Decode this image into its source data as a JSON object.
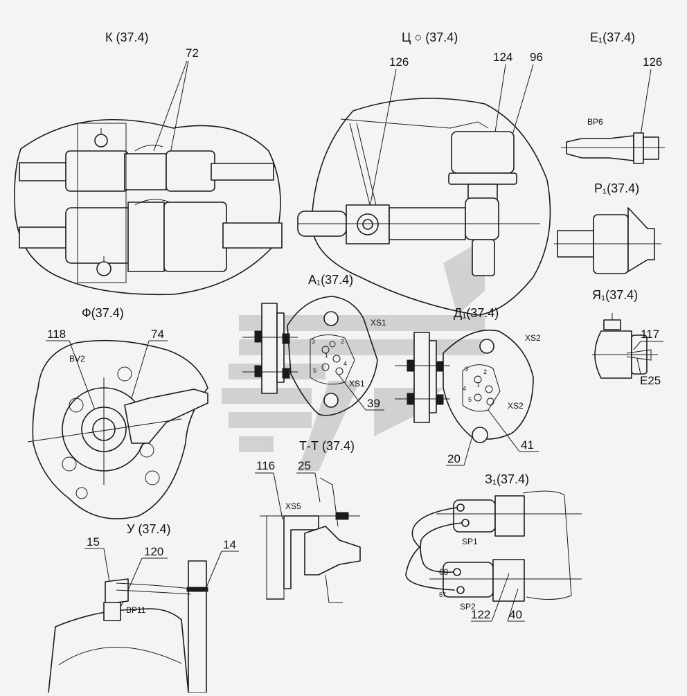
{
  "views": {
    "k": {
      "title": "К (37.4)"
    },
    "ts": {
      "title": "Ц ○ (37.4)"
    },
    "e1": {
      "title": "Е₁(37.4)"
    },
    "r1": {
      "title": "Р₁(37.4)"
    },
    "a1": {
      "title": "А₁(37.4)"
    },
    "d1": {
      "title": "Д₁(37.4)"
    },
    "ya1": {
      "title": "Я₁(37.4)"
    },
    "f": {
      "title": "Ф(37.4)"
    },
    "tt": {
      "title": "Т-Т (37.4)"
    },
    "z1": {
      "title": "З₁(37.4)"
    },
    "u": {
      "title": "У (37.4)"
    }
  },
  "callouts": {
    "c72": "72",
    "c126a": "126",
    "c124": "124",
    "c96": "96",
    "c126b": "126",
    "c118": "118",
    "c74": "74",
    "c39": "39",
    "c20": "20",
    "c41": "41",
    "c117": "117",
    "c116": "116",
    "c25": "25",
    "c15": "15",
    "c120": "120",
    "c14": "14",
    "c122": "122",
    "c40": "40"
  },
  "labels": {
    "bp6": "BP6",
    "xs1": "XS1",
    "xs1b": "XS1",
    "xs2": "XS2",
    "xs2b": "XS2",
    "bv2": "BV2",
    "e25": "E25",
    "xs5": "XS5",
    "sp1": "SP1",
    "sp2": "SP2",
    "w60": "60",
    "w57": "57",
    "bp11": "BP11"
  },
  "pins": {
    "a1": [
      "3",
      "2",
      "1",
      "5",
      "4"
    ],
    "d1": [
      "3",
      "2",
      "1",
      "4",
      "5"
    ]
  },
  "colors": {
    "ink": "#1a1a1a",
    "paper": "#f4f4f2",
    "watermark": "#c9c9c9"
  }
}
